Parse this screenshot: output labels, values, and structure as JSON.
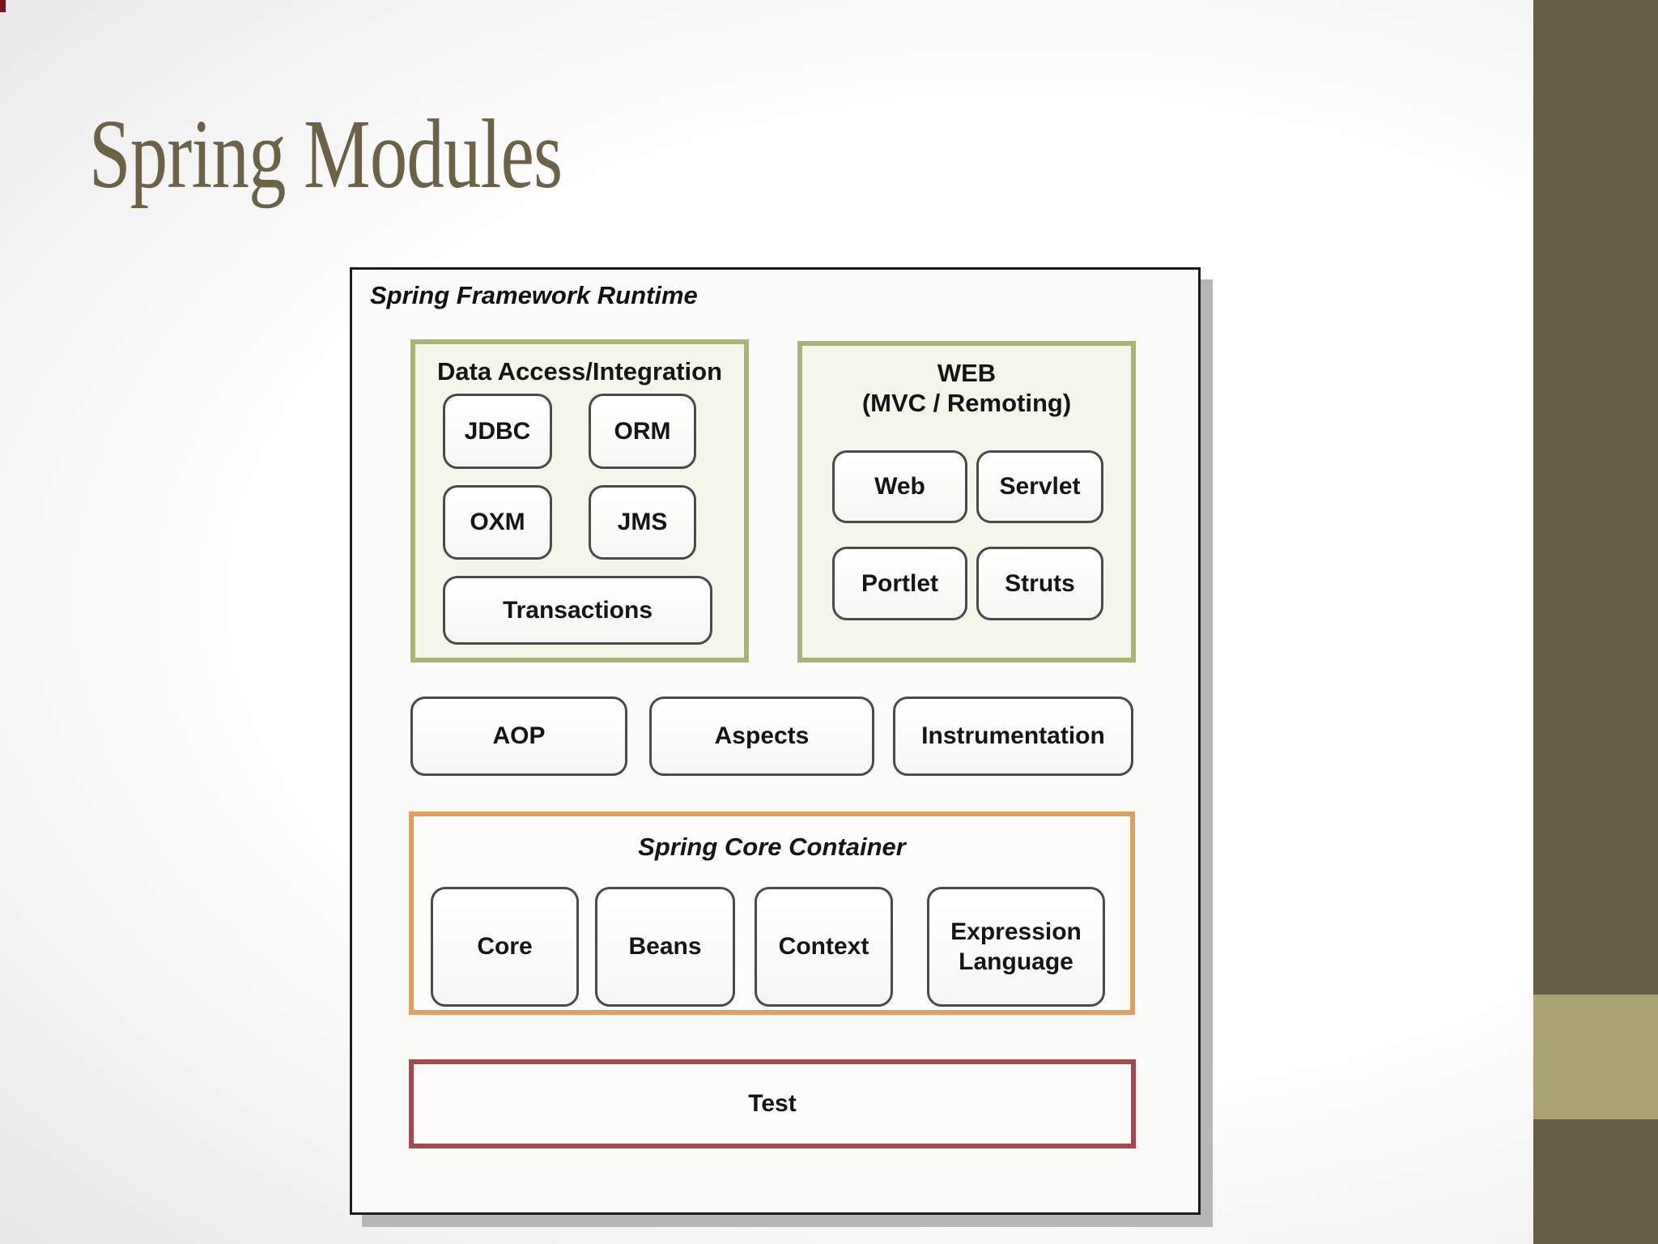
{
  "slide": {
    "title": "Spring Modules"
  },
  "diagram": {
    "runtime_label": "Spring Framework Runtime",
    "data_access": {
      "title": "Data Access/Integration",
      "modules": [
        "JDBC",
        "ORM",
        "OXM",
        "JMS",
        "Transactions"
      ]
    },
    "web": {
      "title_line1": "WEB",
      "title_line2": "(MVC / Remoting)",
      "modules": [
        "Web",
        "Servlet",
        "Portlet",
        "Struts"
      ]
    },
    "aop_row": [
      "AOP",
      "Aspects",
      "Instrumentation"
    ],
    "core_container": {
      "title": "Spring Core Container",
      "modules": [
        "Core",
        "Beans",
        "Context",
        "Expression Language"
      ]
    },
    "test_label": "Test"
  },
  "colors": {
    "title_text": "#6b6248",
    "sidebar": "#665d45",
    "sidebar_accent": "#aba273",
    "group_green_border": "#aab477",
    "core_orange_border": "#dda05e",
    "test_red_border": "#a4484e",
    "module_box_border": "#4a4a4a",
    "outer_frame_border": "#1c1c1c",
    "frame_shadow": "#b6b6b8",
    "corner_mark": "#7c1316"
  }
}
